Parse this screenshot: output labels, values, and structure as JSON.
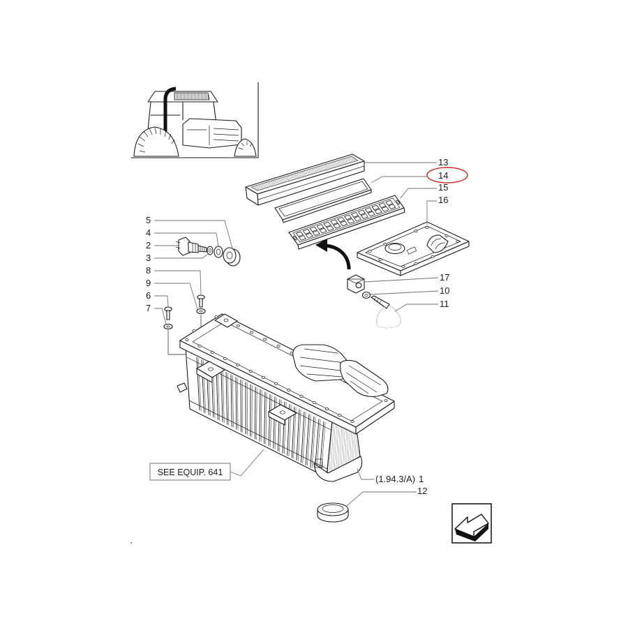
{
  "callouts": {
    "c13": "13",
    "c14": "14",
    "c15": "15",
    "c16": "16",
    "c5": "5",
    "c4": "4",
    "c2": "2",
    "c3": "3",
    "c8": "8",
    "c9": "9",
    "c6": "6",
    "c7": "7",
    "c17": "17",
    "c10": "10",
    "c11": "11",
    "c12": "12"
  },
  "reference_box": {
    "label": "SEE EQUIP. 641"
  },
  "reference_note": {
    "label": "(1.94.3/A)",
    "number": "1"
  },
  "highlight": {
    "color": "#cc2222"
  },
  "colors": {
    "line": "#1a1a1a",
    "leader": "#707070",
    "background": "#ffffff"
  },
  "nav": {
    "icon": "navigation-arrow-icon"
  }
}
